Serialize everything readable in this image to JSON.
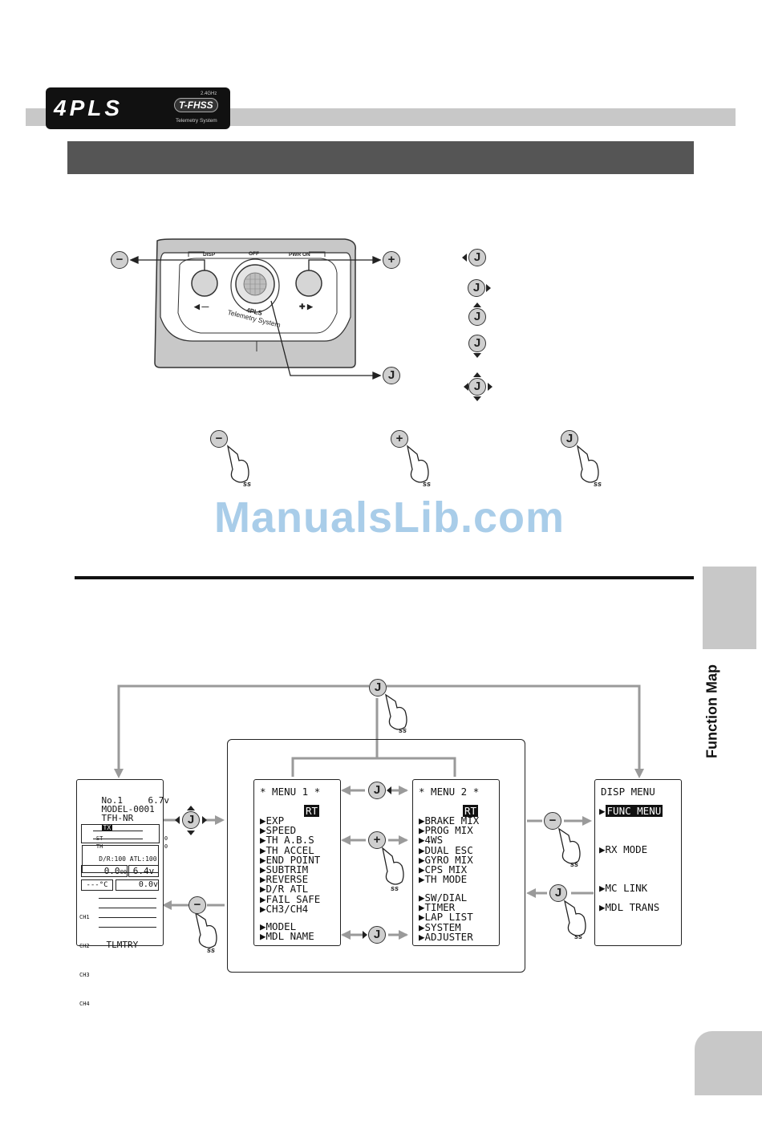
{
  "logo": {
    "brand": "4PLS",
    "badge": "T-FHSS",
    "badge_sup": "2.4GHz",
    "tagline": "Telemetry System"
  },
  "side_tab": {
    "label": "Function Map"
  },
  "watermark": "ManualsLib.com",
  "transmitter": {
    "disp_label": "DISP",
    "off_label": "OFF",
    "pwr_label": "PWR ON",
    "brand": "4PLS",
    "tagline": "Telemetry System",
    "left_arrow_label": "◀ —",
    "right_arrow_label": "✚ ▶"
  },
  "buttons": {
    "minus": "−",
    "plus": "+",
    "jog": "J"
  },
  "ss_label": "ss",
  "home_screen": {
    "line1_left": "No.1",
    "line1_right": "6.7v",
    "line2": "MODEL-0001",
    "line3": "TFH-NR",
    "tx_badge": "TX",
    "st_label": "ST",
    "st_value": "0",
    "th_label": "TH",
    "th_value": "0",
    "dr_atl": "D/R:100 ATL:100",
    "timer": "0.0",
    "timer_unit": "00",
    "voltage": "6.4v",
    "temp": "---°C",
    "speed": "0.0v",
    "channels": [
      "CH1",
      "CH2",
      "CH3",
      "CH4"
    ],
    "footer": "TLMTRY"
  },
  "menu1": {
    "title": "* MENU 1 *",
    "badge": "RT",
    "items": [
      "EXP",
      "SPEED",
      "TH A.B.S",
      "TH ACCEL",
      "END POINT",
      "SUBTRIM",
      "REVERSE",
      "D/R ATL",
      "FAIL SAFE",
      "CH3/CH4"
    ],
    "items_bottom": [
      "MODEL",
      "MDL NAME"
    ]
  },
  "menu2": {
    "title": "* MENU 2 *",
    "badge": "RT",
    "items": [
      "BRAKE MIX",
      "PROG MIX",
      "4WS",
      "DUAL ESC",
      "GYRO MIX",
      "CPS MIX",
      "TH MODE"
    ],
    "items_bottom": [
      "SW/DIAL",
      "TIMER",
      "LAP LIST",
      "SYSTEM",
      "ADJUSTER"
    ]
  },
  "disp_menu": {
    "title": "DISP MENU",
    "items": [
      "FUNC MENU",
      "RX MODE",
      "MC LINK",
      "MDL TRANS"
    ]
  },
  "colors": {
    "header_bar": "#555555",
    "rule": "#c8c8c8",
    "tab": "#c8c8c8",
    "button": "#cfcfcf",
    "arrow": "#9a9a9a",
    "watermark": "#a9cde9"
  }
}
